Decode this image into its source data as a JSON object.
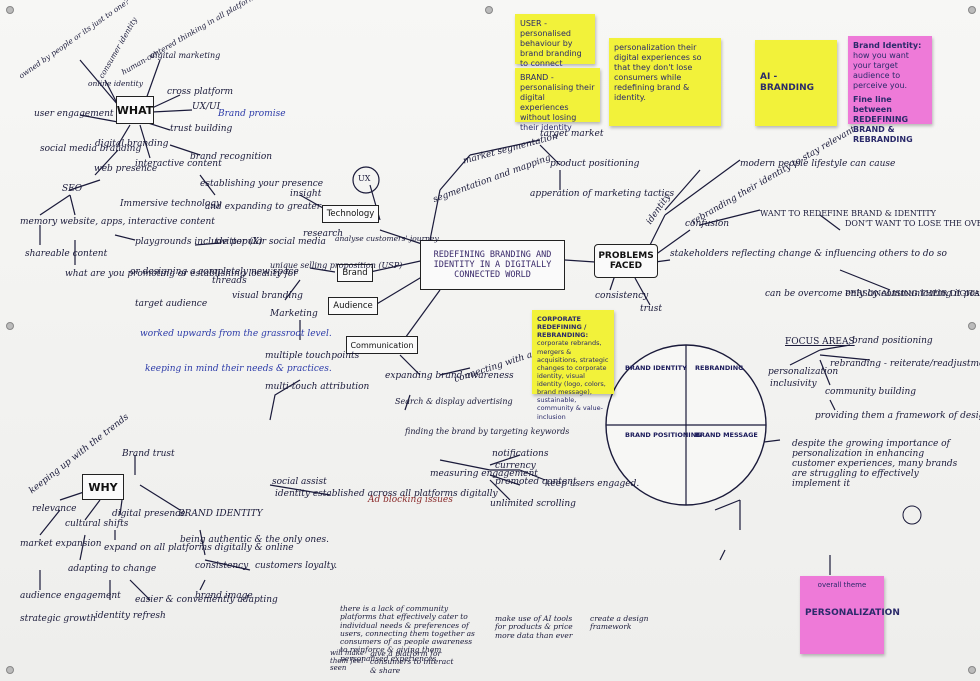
{
  "center": {
    "title": "REDEFINING BRANDING AND IDENTITY IN A DIGITALLY CONNECTED WORLD"
  },
  "what": {
    "label": "WHAT",
    "items": [
      "owned by people or its just to one?",
      "consumer identity",
      "online identity",
      "human-centered thinking in all platforms",
      "digital marketing",
      "cross platform",
      "UX/UI",
      "Brand promise",
      "trust building",
      "brand recognition",
      "establishing your presence",
      "and expanding to greater",
      "interactive content",
      "Immersive technology",
      "web presence",
      "digital branding",
      "social media branding",
      "SEO",
      "user engagement",
      "memory",
      "website, apps, interactive content",
      "playgrounds include popular social media",
      "or designing a completely new space",
      "twitter (X)",
      "threads",
      "shareable content",
      "what are you promoting or establishing locality for",
      "target audience"
    ]
  },
  "why": {
    "label": "WHY",
    "items": [
      "keeping up with the trends",
      "Brand trust",
      "relevance",
      "market expansion",
      "cultural shifts",
      "digital presence",
      "BRAND IDENTITY",
      "being authentic & the only ones.",
      "consistency",
      "customers loyalty.",
      "brand image",
      "adapting to change",
      "expand on all platforms digitally & online",
      "audience engagement",
      "strategic growth",
      "identity refresh",
      "easier & conveniently adapting"
    ]
  },
  "middle": {
    "technology": "Technology",
    "brand": "Brand",
    "audience": "Audience",
    "communication": "Communication",
    "ux": "UX",
    "items": [
      "segmentation and mapping",
      "market segmentation",
      "target market",
      "product positioning",
      "apperation of marketing tactics",
      "insight",
      "research",
      "analyse customers' journey",
      "unique selling proposition (USP)",
      "visual branding",
      "Marketing",
      "multiple touchpoints",
      "multi-touch attribution",
      "expanding brand awareness",
      "connecting with audience",
      "Search & display advertising",
      "finding the brand by targeting keywords",
      "notifications",
      "currency",
      "promoted content",
      "keep users engaged.",
      "unlimited scrolling",
      "measuring engagement",
      "social assist",
      "identity established across all platforms digitally",
      "Ad blocking issues",
      "worked upwards from the grassroot level.",
      "keeping in mind their needs & practices."
    ]
  },
  "problems": {
    "label": "PROBLEMS FACED",
    "items": [
      "identity",
      "confusion",
      "consistency",
      "trust",
      "stakeholders reflecting change & influencing others to do so",
      "can be overcome only by communicating it positively",
      "rebranding their identity to stay relevant",
      "modern people lifestyle can cause",
      "WANT TO REDEFINE BRAND & IDENTITY",
      "DON'T WANT TO LOSE THE OVERALL SIGHT OF THEIR BRAND IDENTITY AND EVENTUALLY THE AUDIENCES.",
      "PERSONALISING THEIR DIGITAL EXPERIENCES."
    ]
  },
  "focus": {
    "label": "FOCUS AREAS",
    "items": [
      "brand positioning",
      "personalization",
      "inclusivity",
      "rebranding - reiterate/readjustments",
      "community building",
      "providing them a framework of design"
    ]
  },
  "quadrant": {
    "q1": "BRAND IDENTITY",
    "q2": "REBRANDING",
    "q3": "BRAND POSITIONING",
    "q4": "BRAND MESSAGE"
  },
  "notes": {
    "n1": "despite the growing importance of personalization in enhancing customer experiences, many brands are struggling to effectively implement it",
    "n2": "there is a lack of community platforms that effectively cater to individual needs & preferences of users, connecting them together as consumers of as people awareness to reinforce & giving them personalised experiences",
    "n3": "make use of AI tools for products & price more data than ever",
    "n4": "create a design framework",
    "n5": "give a platform for consumers to interact & share",
    "n6": "will make them feel seen"
  },
  "stickies": {
    "s1": "USER - personalised behaviour by brand branding to connect inclusivity",
    "s2": "BRAND - personalising their digital experiences without losing their identity",
    "s3": "personalization their digital experiences so that they don't lose consumers while redefining brand & identity.",
    "s4": "AI - BRANDING",
    "s5_title": "Brand Identity:",
    "s5_body": "how you want your target audience to perceive you.",
    "s5_title2": "Fine line between REDEFINING BRAND & REBRANDING",
    "s6_title": "CORPORATE REDEFINING / REBRANDING:",
    "s6_body": "corporate rebrands, mergers & acquisitions, strategic changes to corporate identity, visual identity (logo, colors, brand message), sustainable, community & value-inclusion",
    "s7_small": "overall theme",
    "s7": "PERSONALIZATION"
  }
}
